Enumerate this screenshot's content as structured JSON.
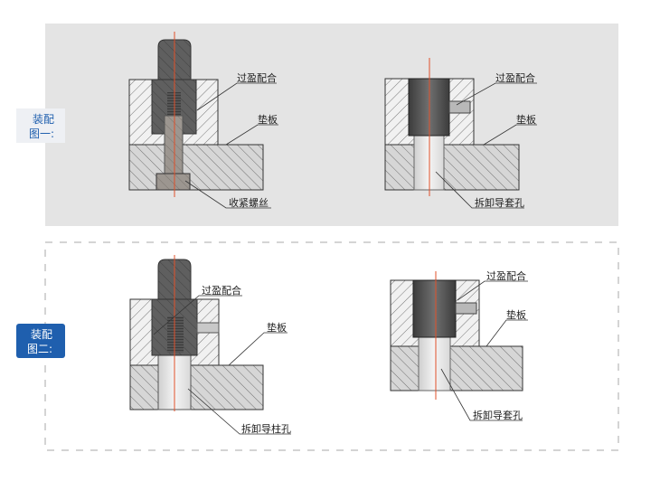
{
  "assembly1": {
    "tag_line1": "装配",
    "tag_line2": "图一:",
    "left_figure": {
      "interference_fit": "过盈配合",
      "backing_plate": "垫板",
      "tightening_screw": "收紧螺丝"
    },
    "right_figure": {
      "interference_fit": "过盈配合",
      "backing_plate": "垫板",
      "removal_hole": "拆卸导套孔"
    }
  },
  "assembly2": {
    "tag_line1": "装配",
    "tag_line2": "图二:",
    "left_figure": {
      "interference_fit": "过盈配合",
      "backing_plate": "垫板",
      "removal_hole": "拆卸导柱孔"
    },
    "right_figure": {
      "interference_fit": "过盈配合",
      "backing_plate": "垫板",
      "removal_hole": "拆卸导套孔"
    }
  },
  "colors": {
    "panel_bg": "#e4e4e4",
    "tag_blue": "#1f5fae",
    "centerline": "#e0502a",
    "part_dark": "#5f5f5f"
  }
}
